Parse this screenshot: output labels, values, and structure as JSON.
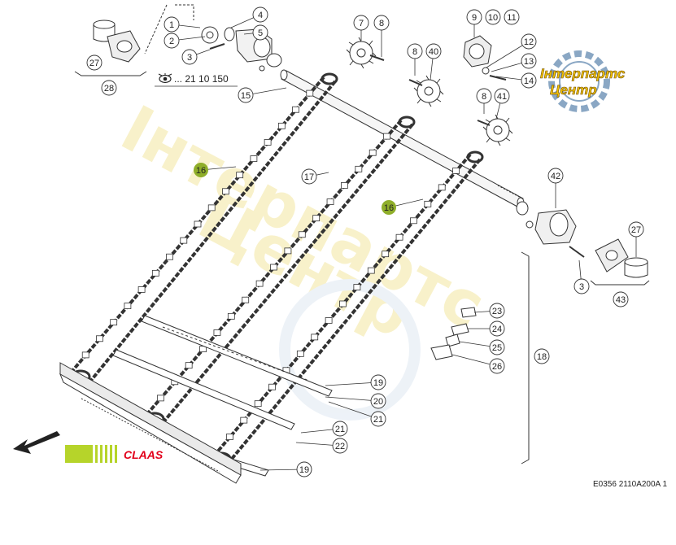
{
  "watermark": {
    "line1": "Інтерпартс",
    "line2": "Центр",
    "color": "#f3e7a0"
  },
  "callouts": [
    {
      "id": "c1",
      "label": "1"
    },
    {
      "id": "c2",
      "label": "2"
    },
    {
      "id": "c3",
      "label": "3"
    },
    {
      "id": "c4",
      "label": "4"
    },
    {
      "id": "c5",
      "label": "5"
    },
    {
      "id": "c27a",
      "label": "27"
    },
    {
      "id": "c28",
      "label": "28"
    },
    {
      "id": "c7",
      "label": "7"
    },
    {
      "id": "c8a",
      "label": "8"
    },
    {
      "id": "c8b",
      "label": "8"
    },
    {
      "id": "c40",
      "label": "40"
    },
    {
      "id": "c9",
      "label": "9"
    },
    {
      "id": "c10",
      "label": "10"
    },
    {
      "id": "c11",
      "label": "11"
    },
    {
      "id": "c12",
      "label": "12"
    },
    {
      "id": "c13",
      "label": "13"
    },
    {
      "id": "c14",
      "label": "14"
    },
    {
      "id": "c8c",
      "label": "8"
    },
    {
      "id": "c41",
      "label": "41"
    },
    {
      "id": "c15",
      "label": "15"
    },
    {
      "id": "c16a",
      "label": "16"
    },
    {
      "id": "c16b",
      "label": "16"
    },
    {
      "id": "c17",
      "label": "17"
    },
    {
      "id": "c42",
      "label": "42"
    },
    {
      "id": "c27b",
      "label": "27"
    },
    {
      "id": "c3b",
      "label": "3"
    },
    {
      "id": "c43",
      "label": "43"
    },
    {
      "id": "c23",
      "label": "23"
    },
    {
      "id": "c24",
      "label": "24"
    },
    {
      "id": "c25",
      "label": "25"
    },
    {
      "id": "c26",
      "label": "26"
    },
    {
      "id": "c18",
      "label": "18"
    },
    {
      "id": "c19a",
      "label": "19"
    },
    {
      "id": "c20",
      "label": "20"
    },
    {
      "id": "c21a",
      "label": "21"
    },
    {
      "id": "c21b",
      "label": "21"
    },
    {
      "id": "c22",
      "label": "22"
    },
    {
      "id": "c19b",
      "label": "19"
    }
  ],
  "reference": {
    "icon": "eye-icon",
    "text": "... 21 10 150"
  },
  "brand": {
    "name": "CLAAS",
    "color": "#e2001a",
    "stripe_color": "#b6d42a"
  },
  "logo": {
    "line1": "Інтерпартс",
    "line2": "Центр",
    "color": "#f2c200"
  },
  "doc_id": "E0356 2110A200A 1",
  "highlight_color": "#8fae2a"
}
